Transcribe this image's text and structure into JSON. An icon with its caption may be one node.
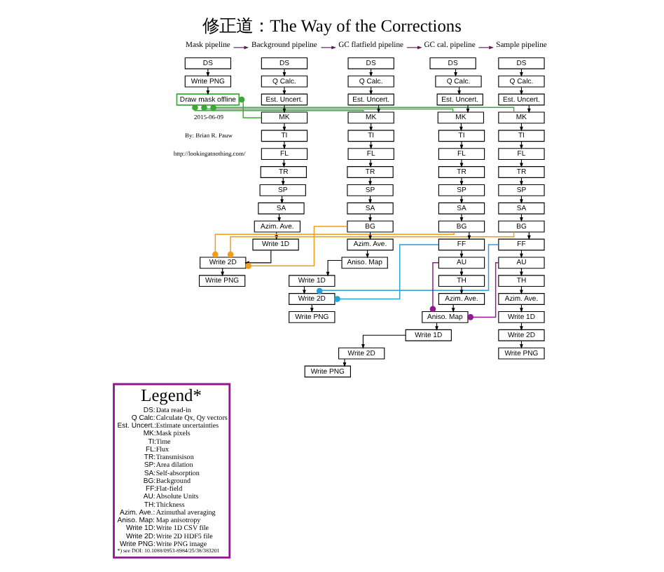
{
  "diagram": {
    "title": "修正道：The Way of the Corrections",
    "nodes": [
      {
        "text": [
          "Mask pipeline"
        ]
      },
      {
        "text": [
          "Background pipeline"
        ]
      },
      {
        "text": [
          "GC flatfield pipeline"
        ]
      },
      {
        "text": [
          "GC cal. pipeline"
        ]
      },
      {
        "text": [
          "Sample pipeline"
        ]
      },
      {
        "text": [
          "DS"
        ]
      },
      {
        "text": [
          "Write PNG"
        ]
      },
      {
        "text": [
          "Draw mask offline"
        ]
      },
      {
        "text": [
          "DS"
        ]
      },
      {
        "text": [
          "Q Calc."
        ]
      },
      {
        "text": [
          "Est. Uncert."
        ]
      },
      {
        "text": [
          "MK"
        ]
      },
      {
        "text": [
          "TI"
        ]
      },
      {
        "text": [
          "FL"
        ]
      },
      {
        "text": [
          "TR"
        ]
      },
      {
        "text": [
          "SP"
        ]
      },
      {
        "text": [
          "SA"
        ]
      },
      {
        "text": [
          "Azim. Ave."
        ]
      },
      {
        "text": [
          "Write 1D"
        ]
      },
      {
        "text": [
          "Write 2D"
        ]
      },
      {
        "text": [
          "Write PNG"
        ]
      },
      {
        "text": [
          "DS"
        ]
      },
      {
        "text": [
          "Q Calc."
        ]
      },
      {
        "text": [
          "Est. Uncert."
        ]
      },
      {
        "text": [
          "MK"
        ]
      },
      {
        "text": [
          "TI"
        ]
      },
      {
        "text": [
          "FL"
        ]
      },
      {
        "text": [
          "TR"
        ]
      },
      {
        "text": [
          "SP"
        ]
      },
      {
        "text": [
          "SA"
        ]
      },
      {
        "text": [
          "BG"
        ]
      },
      {
        "text": [
          "Azim. Ave."
        ]
      },
      {
        "text": [
          "Aniso. Map"
        ]
      },
      {
        "text": [
          "Write 1D"
        ]
      },
      {
        "text": [
          "Write 2D"
        ]
      },
      {
        "text": [
          "Write PNG"
        ]
      },
      {
        "text": [
          "DS"
        ]
      },
      {
        "text": [
          "Q Calc."
        ]
      },
      {
        "text": [
          "Est. Uncert."
        ]
      },
      {
        "text": [
          "MK"
        ]
      },
      {
        "text": [
          "TI"
        ]
      },
      {
        "text": [
          "FL"
        ]
      },
      {
        "text": [
          "TR"
        ]
      },
      {
        "text": [
          "SP"
        ]
      },
      {
        "text": [
          "SA"
        ]
      },
      {
        "text": [
          "BG"
        ]
      },
      {
        "text": [
          "FF"
        ]
      },
      {
        "text": [
          "AU"
        ]
      },
      {
        "text": [
          "TH"
        ]
      },
      {
        "text": [
          "Azim. Ave."
        ]
      },
      {
        "text": [
          "Aniso. Map"
        ]
      },
      {
        "text": [
          "Write 1D"
        ]
      },
      {
        "text": [
          "Write 2D"
        ]
      },
      {
        "text": [
          "Write PNG"
        ]
      },
      {
        "text": [
          "DS"
        ]
      },
      {
        "text": [
          "Q Calc."
        ]
      },
      {
        "text": [
          "Est. Uncert."
        ]
      },
      {
        "text": [
          "MK"
        ]
      },
      {
        "text": [
          "TI"
        ]
      },
      {
        "text": [
          "FL"
        ]
      },
      {
        "text": [
          "TR"
        ]
      },
      {
        "text": [
          "SP"
        ]
      },
      {
        "text": [
          "SA"
        ]
      },
      {
        "text": [
          "BG"
        ]
      },
      {
        "text": [
          "FF"
        ]
      },
      {
        "text": [
          "AU"
        ]
      },
      {
        "text": [
          "TH"
        ]
      },
      {
        "text": [
          "Azim. Ave."
        ]
      },
      {
        "text": [
          "Write 1D"
        ]
      },
      {
        "text": [
          "Write 2D"
        ]
      },
      {
        "text": [
          "Write PNG"
        ]
      },
      {
        "text": [
          "Legend*",
          "DS:",
          "Data read-in",
          "Q Calc:",
          "Calculate Qx, Qy vectors",
          "Est. Uncert.:",
          "Estimate uncertainties",
          "MK:",
          "Mask pixels",
          "TI:",
          "Time",
          "FL:",
          "Flux",
          "TR:",
          "Transmisison",
          "SP:",
          "Area dilation",
          "SA:",
          "Self-absorption",
          "BG:",
          "Background",
          "FF:",
          "Flat-field",
          "AU:",
          "Absolute Units",
          "TH:",
          "Thickness",
          "Azim. Ave.:",
          "Azimuthal averaging",
          "Aniso. Map:",
          "Map anisotropy",
          "Write 1D:",
          "Write 1D CSV file",
          "Write 2D:",
          "Write 2D HDF5 file",
          "Write PNG:",
          "Write PNG image",
          "*) see DOI: 10.1088/0953-8984/25/38/383201"
        ]
      }
    ],
    "edges": [
      {
        "from": 0,
        "to": 1,
        "arrow": "to",
        "color": "#5a1a5a"
      },
      {
        "from": 1,
        "to": 2,
        "arrow": "to",
        "color": "#5a1a5a"
      },
      {
        "from": 2,
        "to": 3,
        "arrow": "to",
        "color": "#5a1a5a"
      },
      {
        "from": 3,
        "to": 4,
        "arrow": "to",
        "color": "#5a1a5a"
      },
      {
        "from": 5,
        "to": 6,
        "arrow": "to"
      },
      {
        "from": 6,
        "to": 7,
        "arrow": "to",
        "style": "dashed"
      },
      {
        "from": 8,
        "to": 9,
        "arrow": "to"
      },
      {
        "from": 9,
        "to": 10,
        "arrow": "to"
      },
      {
        "from": 10,
        "to": 11,
        "arrow": "to"
      },
      {
        "from": 11,
        "to": 12,
        "arrow": "to"
      },
      {
        "from": 12,
        "to": 13,
        "arrow": "to"
      },
      {
        "from": 13,
        "to": 14,
        "arrow": "to"
      },
      {
        "from": 14,
        "to": 15,
        "arrow": "to"
      },
      {
        "from": 15,
        "to": 16,
        "arrow": "to"
      },
      {
        "from": 16,
        "to": 17,
        "arrow": "to"
      },
      {
        "from": 17,
        "to": 18,
        "arrow": "to"
      },
      {
        "from": 18,
        "to": 19,
        "arrow": "to"
      },
      {
        "from": 19,
        "to": 20,
        "arrow": "to"
      },
      {
        "from": 21,
        "to": 22,
        "arrow": "to"
      },
      {
        "from": 22,
        "to": 23,
        "arrow": "to"
      },
      {
        "from": 23,
        "to": 24,
        "arrow": "to"
      },
      {
        "from": 24,
        "to": 25,
        "arrow": "to"
      },
      {
        "from": 25,
        "to": 26,
        "arrow": "to"
      },
      {
        "from": 26,
        "to": 27,
        "arrow": "to"
      },
      {
        "from": 27,
        "to": 28,
        "arrow": "to"
      },
      {
        "from": 28,
        "to": 29,
        "arrow": "to"
      },
      {
        "from": 29,
        "to": 30,
        "arrow": "to"
      },
      {
        "from": 30,
        "to": 31,
        "arrow": "to"
      },
      {
        "from": 31,
        "to": 32,
        "arrow": "to"
      },
      {
        "from": 32,
        "to": 33,
        "arrow": "to"
      },
      {
        "from": 33,
        "to": 34,
        "arrow": "to"
      },
      {
        "from": 34,
        "to": 35,
        "arrow": "to"
      },
      {
        "from": 36,
        "to": 37,
        "arrow": "to"
      },
      {
        "from": 37,
        "to": 38,
        "arrow": "to"
      },
      {
        "from": 38,
        "to": 39,
        "arrow": "to"
      },
      {
        "from": 39,
        "to": 40,
        "arrow": "to"
      },
      {
        "from": 40,
        "to": 41,
        "arrow": "to"
      },
      {
        "from": 41,
        "to": 42,
        "arrow": "to"
      },
      {
        "from": 42,
        "to": 43,
        "arrow": "to"
      },
      {
        "from": 43,
        "to": 44,
        "arrow": "to"
      },
      {
        "from": 44,
        "to": 45,
        "arrow": "to"
      },
      {
        "from": 45,
        "to": 46,
        "arrow": "to"
      },
      {
        "from": 46,
        "to": 47,
        "arrow": "to"
      },
      {
        "from": 47,
        "to": 48,
        "arrow": "to"
      },
      {
        "from": 48,
        "to": 49,
        "arrow": "to"
      },
      {
        "from": 49,
        "to": 50,
        "arrow": "to"
      },
      {
        "from": 50,
        "to": 51,
        "arrow": "to"
      },
      {
        "from": 51,
        "to": 52,
        "arrow": "to"
      },
      {
        "from": 52,
        "to": 53,
        "arrow": "to"
      },
      {
        "from": 54,
        "to": 55,
        "arrow": "to"
      },
      {
        "from": 55,
        "to": 56,
        "arrow": "to"
      },
      {
        "from": 56,
        "to": 57,
        "arrow": "to"
      },
      {
        "from": 57,
        "to": 58,
        "arrow": "to"
      },
      {
        "from": 58,
        "to": 59,
        "arrow": "to"
      },
      {
        "from": 59,
        "to": 60,
        "arrow": "to"
      },
      {
        "from": 60,
        "to": 61,
        "arrow": "to"
      },
      {
        "from": 61,
        "to": 62,
        "arrow": "to"
      },
      {
        "from": 62,
        "to": 63,
        "arrow": "to"
      },
      {
        "from": 63,
        "to": 64,
        "arrow": "to"
      },
      {
        "from": 64,
        "to": 65,
        "arrow": "to"
      },
      {
        "from": 65,
        "to": 66,
        "arrow": "to"
      },
      {
        "from": 66,
        "to": 67,
        "arrow": "to"
      },
      {
        "from": 67,
        "to": 68,
        "arrow": "to"
      },
      {
        "from": 68,
        "to": 69,
        "arrow": "to"
      },
      {
        "from": 69,
        "to": 70,
        "arrow": "to"
      },
      {
        "from": 7,
        "to": 11,
        "arrow": "other",
        "color": "#3aa935"
      },
      {
        "from": 7,
        "to": 24,
        "arrow": "other",
        "color": "#3aa935"
      },
      {
        "from": 7,
        "to": 39,
        "arrow": "other",
        "color": "#3aa935"
      },
      {
        "from": 7,
        "to": 57,
        "arrow": "other",
        "color": "#3aa935"
      },
      {
        "from": 19,
        "to": 30,
        "arrow": "other",
        "color": "#f39c1a"
      },
      {
        "from": 19,
        "to": 45,
        "arrow": "other",
        "color": "#f39c1a"
      },
      {
        "from": 19,
        "to": 63,
        "arrow": "other",
        "color": "#f39c1a"
      },
      {
        "from": 34,
        "to": 46,
        "arrow": "other",
        "color": "#2a9fd6"
      },
      {
        "from": 34,
        "to": 64,
        "arrow": "other",
        "color": "#2a9fd6"
      },
      {
        "from": 50,
        "to": 47,
        "arrow": "other",
        "color": "#8e1b8e"
      },
      {
        "from": 50,
        "to": 65,
        "arrow": "other",
        "color": "#8e1b8e"
      }
    ],
    "labels": [
      "2015-06-09",
      "By: Brian R. Pauw",
      "http://lookingatnothing.com/"
    ]
  }
}
